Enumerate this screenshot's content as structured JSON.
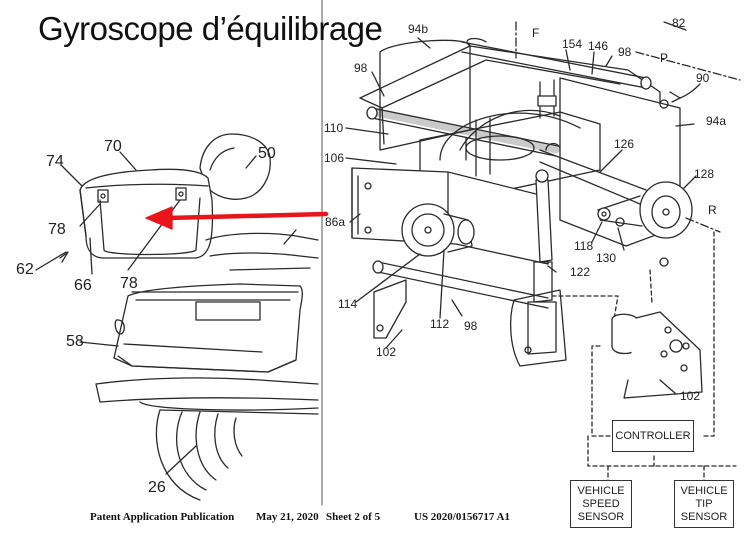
{
  "title": "Gyroscope d’équilibrage",
  "footer": {
    "publication": "Patent Application Publication",
    "date": "May 21, 2020",
    "sheet": "Sheet 2 of 5",
    "number": "US 2020/0156717 A1"
  },
  "boxes": {
    "controller": "CONTROLLER",
    "vehicle_speed_sensor": "VEHICLE SPEED SENSOR",
    "vehicle_tip_sensor": "VEHICLE TIP SENSOR"
  },
  "labels": {
    "l82": "82",
    "lF": "F",
    "l94b": "94b",
    "l154": "154",
    "l146": "146",
    "l98a": "98",
    "lP": "P",
    "l90": "90",
    "l98b": "98",
    "l94a": "94a",
    "l110": "110",
    "l106": "106",
    "l126": "126",
    "l128": "128",
    "l86a": "86a",
    "lR": "R",
    "l118": "118",
    "l130": "130",
    "l122": "122",
    "l114": "114",
    "l112": "112",
    "l98c": "98",
    "l102a": "102",
    "l102b": "102",
    "l70": "70",
    "l74": "74",
    "l50": "50",
    "l78a": "78",
    "l78b": "78",
    "l62": "62",
    "l66": "66",
    "l58": "58",
    "l26": "26"
  },
  "colors": {
    "arrow": "#e8151b",
    "line": "#2a2a2a"
  }
}
